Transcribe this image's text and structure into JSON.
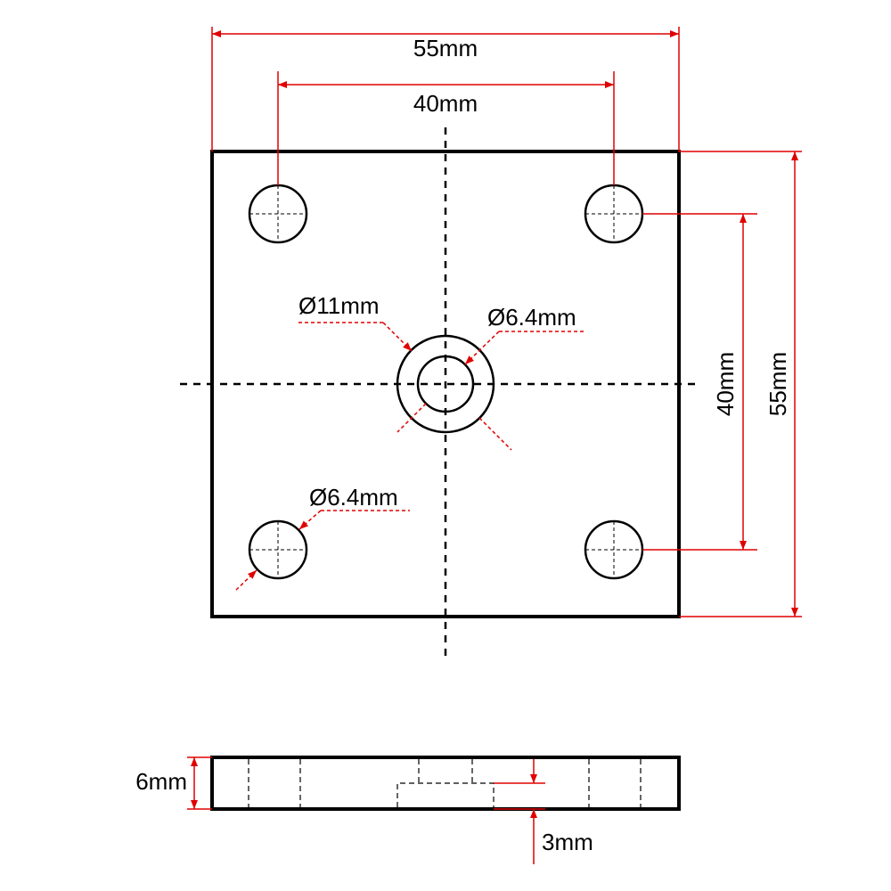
{
  "top_view": {
    "overall_width_label": "55mm",
    "hole_spacing_width_label": "40mm",
    "center_counterbore_label": "Ø11mm",
    "center_hole_label": "Ø6.4mm",
    "corner_hole_label": "Ø6.4mm",
    "hole_spacing_height_label": "40mm",
    "overall_height_label": "55mm"
  },
  "side_view": {
    "thickness_label": "6mm",
    "counterbore_depth_label": "3mm"
  },
  "colors": {
    "outline": "#000000",
    "dimension": "#e00000"
  }
}
